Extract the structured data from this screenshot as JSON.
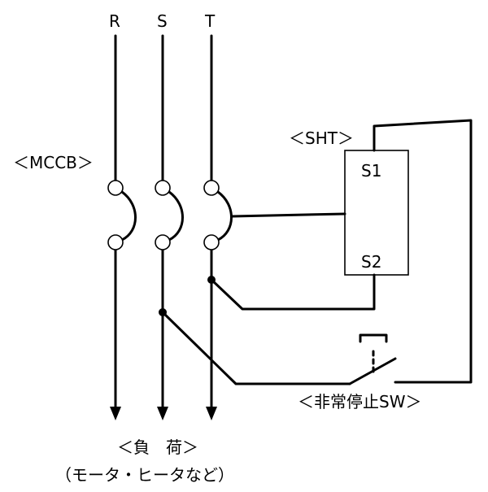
{
  "phases": [
    "R",
    "S",
    "T"
  ],
  "mccb_label": "＜MCCB＞",
  "sht_label": "＜SHT＞",
  "sht_terminals": [
    "S1",
    "S2"
  ],
  "switch_label": "＜非常停止SW＞",
  "load_label": "＜負　荷＞",
  "load_example": "（モータ・ヒータなど）"
}
